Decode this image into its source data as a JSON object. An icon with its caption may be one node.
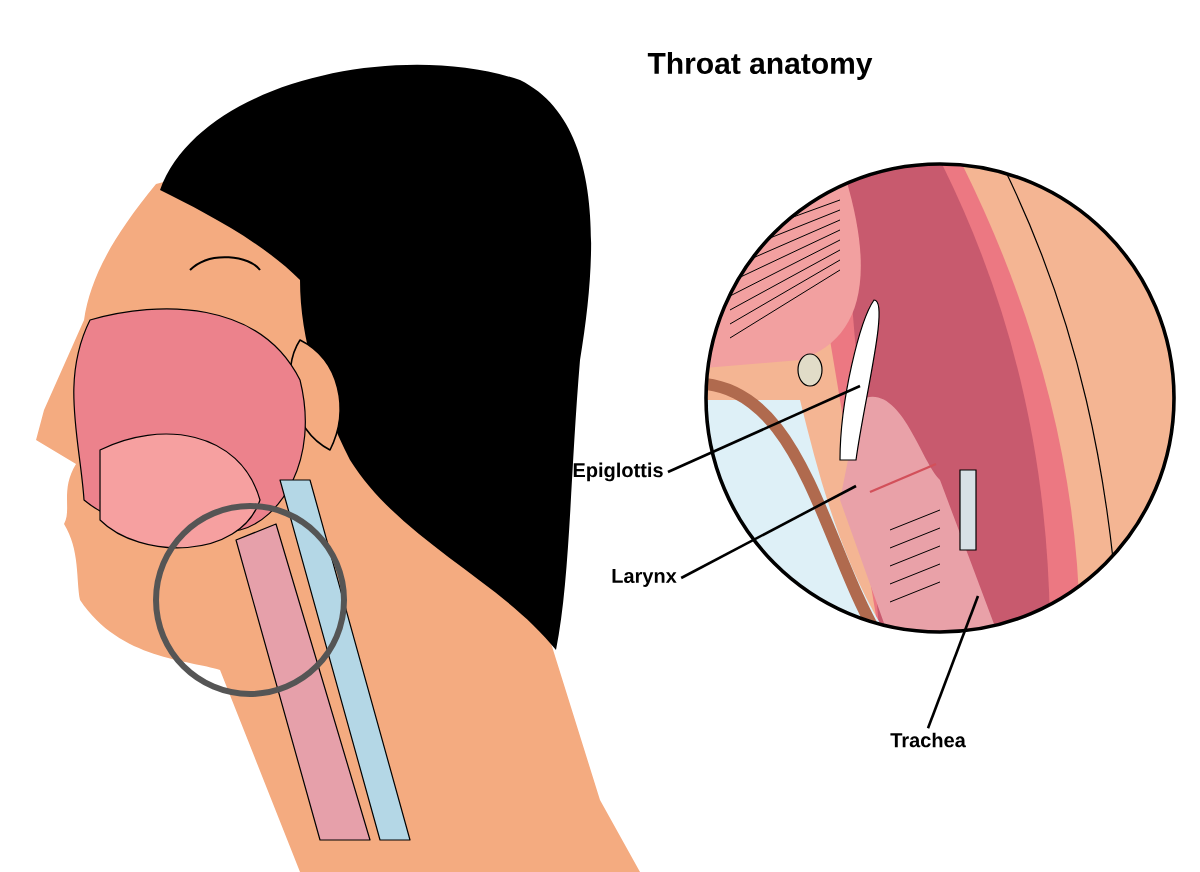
{
  "diagram": {
    "title": "Throat anatomy",
    "nodes": [
      {
        "text": [
          "Epiglottis"
        ]
      },
      {
        "text": [
          "Larynx"
        ]
      },
      {
        "text": [
          "Trachea"
        ]
      }
    ],
    "edges": [
      {
        "from": 0,
        "to": null,
        "arrow": "none"
      },
      {
        "from": 1,
        "to": null,
        "arrow": "none"
      },
      {
        "from": 2,
        "to": null,
        "arrow": "none"
      }
    ]
  }
}
